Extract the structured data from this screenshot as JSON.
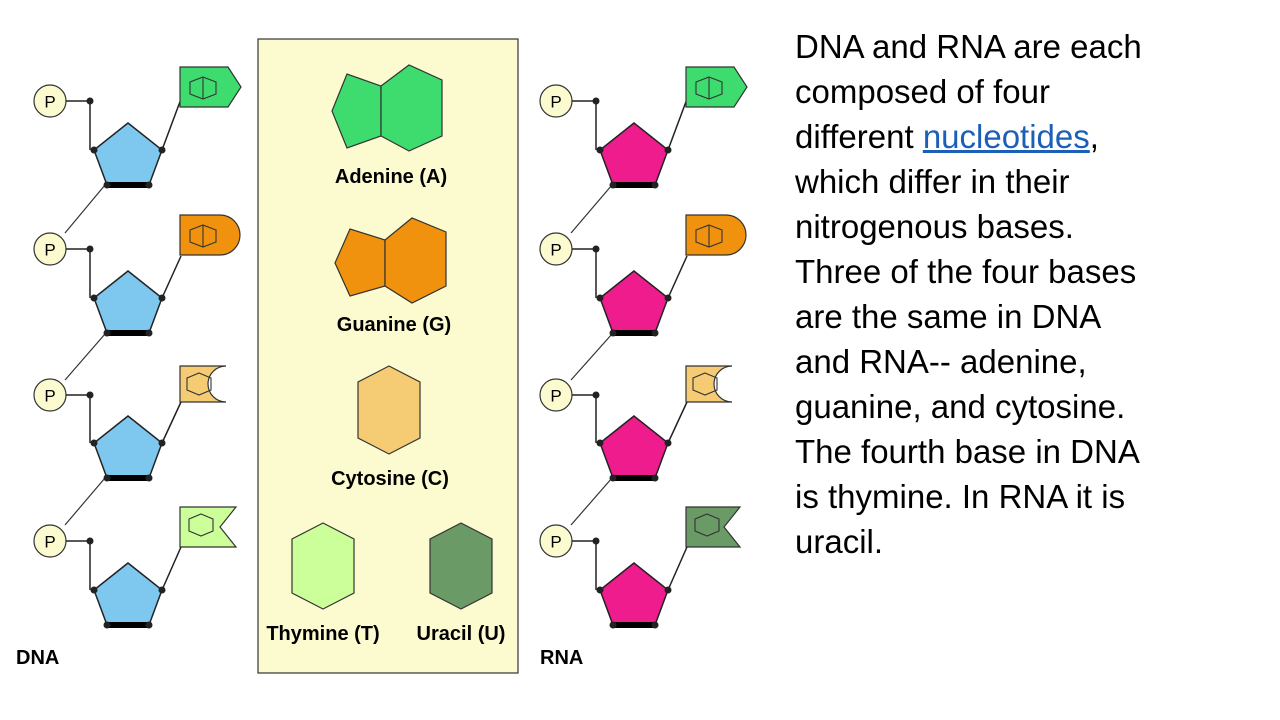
{
  "strands": {
    "dna_label": "DNA",
    "rna_label": "RNA",
    "phosphate_label": "P"
  },
  "bases": {
    "adenine": "Adenine (A)",
    "guanine": "Guanine (G)",
    "cytosine": "Cytosine (C)",
    "thymine": "Thymine (T)",
    "uracil": "Uracil (U)"
  },
  "description": {
    "line1": "DNA and RNA are each",
    "line2": "composed of four",
    "line3_prefix": "different ",
    "line3_link": "nucleotides",
    "line3_suffix": ",",
    "line4": "which differ in their",
    "line5": "nitrogenous bases.",
    "line6": "Three of the four bases",
    "line7": "are the same in DNA",
    "line8": "and RNA-- adenine,",
    "line9": "guanine, and cytosine.",
    "line10": "The fourth base in DNA",
    "line11": "is thymine. In RNA it is",
    "line12": "uracil."
  },
  "colors": {
    "deoxyribose": "#7ec8f0",
    "ribose": "#ee1c8c",
    "adenine": "#3edc6e",
    "guanine": "#f0920e",
    "cytosine": "#f5cc74",
    "thymine": "#ccff99",
    "uracil": "#6a9a66",
    "panel": "#fbfbcf",
    "phosphate": "#fbfbcf",
    "link": "#1c5fb8"
  }
}
